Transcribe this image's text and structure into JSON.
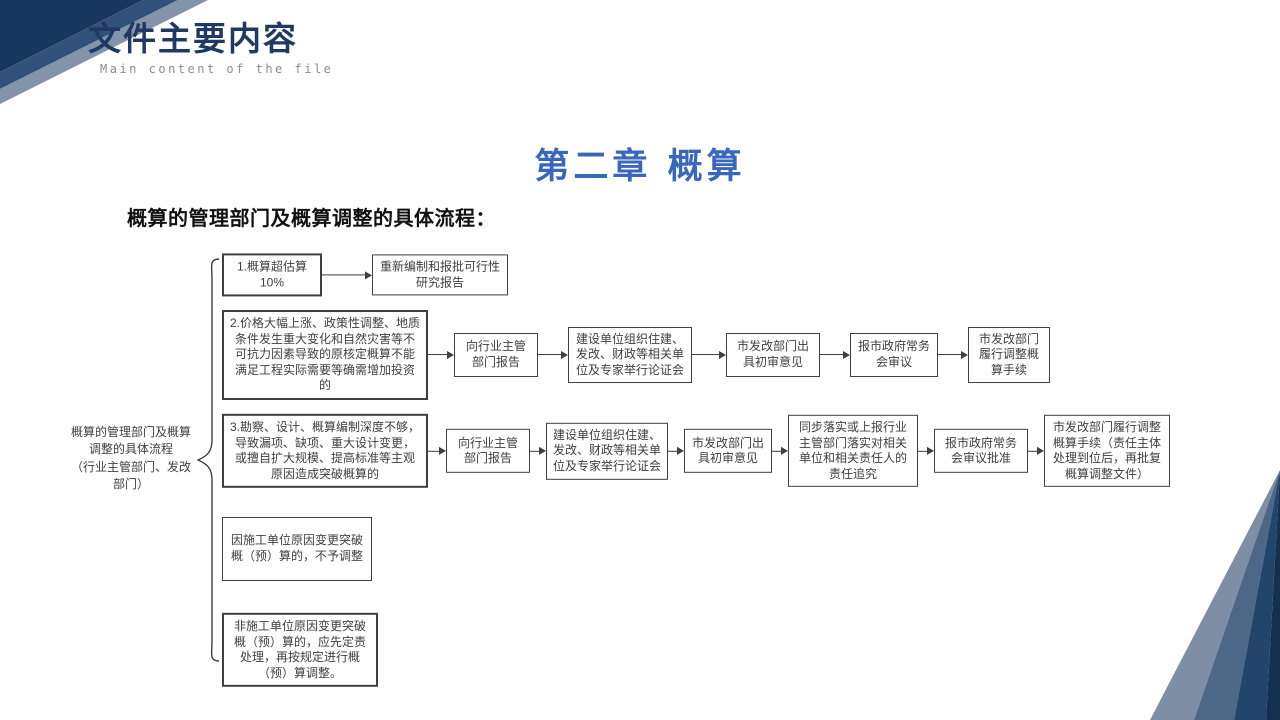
{
  "slide": {
    "header": {
      "title": "文件主要内容",
      "subtitle": "Main content of the file"
    },
    "chapter_title": "第二章  概算",
    "lead": "概算的管理部门及概算调整的具体流程：",
    "flowchart": {
      "root_label": "概算的管理部门及概算\n调整的具体流程\n（行业主管部门、发改\n部门）",
      "rows": [
        {
          "boxes": [
            "1.概算超估算\n10%",
            "重新编制和报批可行性研究报告"
          ]
        },
        {
          "boxes": [
            "2.价格大幅上涨、政策性调整、地质条件发生重大变化和自然灾害等不可抗力因素导致的原核定概算不能满足工程实际需要等确需增加投资的",
            "向行业主管部门报告",
            "建设单位组织住建、发改、财政等相关单位及专家举行论证会",
            "市发改部门出具初审意见",
            "报市政府常务会审议",
            "市发改部门履行调整概算手续"
          ]
        },
        {
          "boxes": [
            "3.勘察、设计、概算编制深度不够，导致漏项、缺项、重大设计变更，或擅自扩大规模、提高标准等主观原因造成突破概算的",
            "向行业主管部门报告",
            "建设单位组织住建、发改、财政等相关单位及专家举行论证会",
            "市发改部门出具初审意见",
            "同步落实或上报行业主管部门落实对相关单位和相关责任人的责任追究",
            "报市政府常务会审议批准",
            "市发改部门履行调整概算手续（责任主体处理到位后，再批复概算调整文件）"
          ]
        },
        {
          "boxes": [
            "因施工单位原因变更突破概（预）算的，不予调整"
          ]
        },
        {
          "boxes": [
            "非施工单位原因变更突破概（预）算的，应先定责处理，再按规定进行概（预）算调整。"
          ]
        }
      ]
    },
    "colors": {
      "header_navy": "#1F3864",
      "chapter_blue": "#3A67BE",
      "subtitle_gray": "#8C8C8C",
      "flow_line": "#3F3F3F",
      "deco_dark_navy": "#17375E",
      "deco_slate": "#4D6787",
      "deco_gray_blue": "#7E8EA4"
    }
  }
}
